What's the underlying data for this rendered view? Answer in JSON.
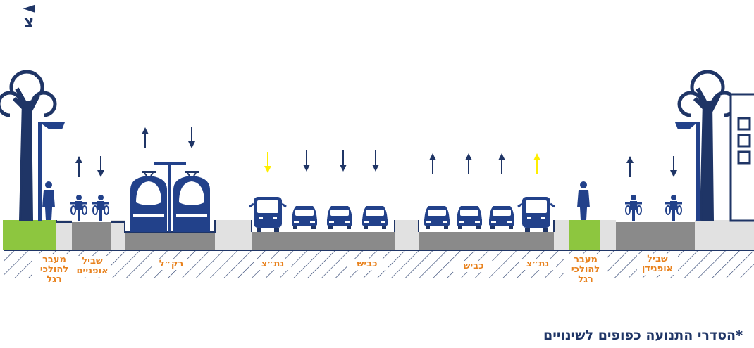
{
  "north": {
    "arrow": "◄",
    "letter": "צ"
  },
  "labels": {
    "ped_left": "מעבר\nלהולכי רגל",
    "bike_left": "שביל\nאופניים",
    "lrt": "רק״ל",
    "bus_left": "נת״צ",
    "road_left": "כביש",
    "road_right": "כביש",
    "bus_right": "נת״צ",
    "ped_right": "מעבר\nלהולכי רגל",
    "bike_right": "שביל\nאופנידן"
  },
  "note": "*הסדרי התנועה כפופים לשינויים",
  "colors": {
    "navy": "#1f3566",
    "green": "#8dc63f",
    "asphalt": "#8a8a8a",
    "sidewalk": "#e1e1e1",
    "orange": "#e8821e",
    "yellow": "#ffee00"
  }
}
